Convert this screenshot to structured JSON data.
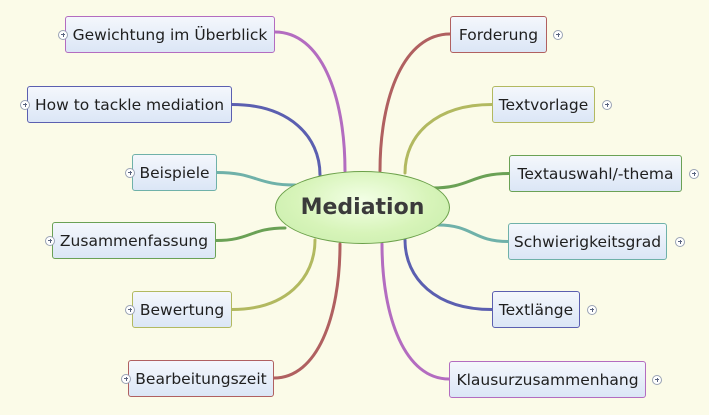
{
  "center": {
    "label": "Mediation"
  },
  "left": [
    {
      "key": "gewichtung",
      "label": "Gewichtung im Überblick",
      "color": "#b36cc0"
    },
    {
      "key": "how-to-tackle",
      "label": "How to tackle mediation",
      "color": "#5b5fb0"
    },
    {
      "key": "beispiele",
      "label": "Beispiele",
      "color": "#6fb1a9"
    },
    {
      "key": "zusammenfassung",
      "label": "Zusammenfassung",
      "color": "#6aa155"
    },
    {
      "key": "bewertung",
      "label": "Bewertung",
      "color": "#b2b960"
    },
    {
      "key": "bearbeitungszeit",
      "label": "Bearbeitungszeit",
      "color": "#b06060"
    }
  ],
  "right": [
    {
      "key": "forderung",
      "label": "Forderung",
      "color": "#b06060"
    },
    {
      "key": "textvorlage",
      "label": "Textvorlage",
      "color": "#b2b960"
    },
    {
      "key": "textauswahl",
      "label": "Textauswahl/-thema",
      "color": "#6aa155"
    },
    {
      "key": "schwierigkeitsgrad",
      "label": "Schwierigkeitsgrad",
      "color": "#6fb1a9"
    },
    {
      "key": "textlaenge",
      "label": "Textlänge",
      "color": "#5b5fb0"
    },
    {
      "key": "klausurzusammenhang",
      "label": "Klausurzusammenhang",
      "color": "#b36cc0"
    }
  ]
}
